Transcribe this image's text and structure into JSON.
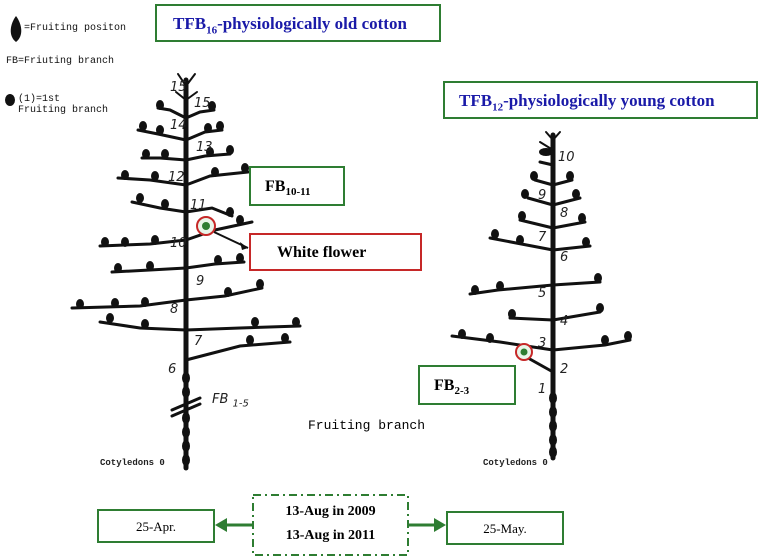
{
  "legend": {
    "fruiting_position": "=Fruiting positon",
    "fb_definition": "FB=Friuting branch",
    "first_branch": "(1)=1st Fruiting branch"
  },
  "old_cotton": {
    "title_prefix": "TFB",
    "title_sub": "16",
    "title_suffix": "-physiologically old cotton",
    "fb_label_prefix": "FB",
    "fb_label_sub": "10-11",
    "flower_label": "White flower",
    "fb_low_prefix": "FB",
    "fb_low_sub": "1-5",
    "node_numbers": [
      "15",
      "15",
      "14",
      "13",
      "12",
      "11",
      "10",
      "9",
      "8",
      "7",
      "6"
    ],
    "cotyledons": "Cotyledons 0"
  },
  "young_cotton": {
    "title_prefix": "TFB",
    "title_sub": "12",
    "title_suffix": "-physiologically young cotton",
    "fb_label_prefix": "FB",
    "fb_label_sub": "2-3",
    "node_numbers": [
      "10",
      "9",
      "8",
      "7",
      "6",
      "5",
      "4",
      "3",
      "2",
      "1"
    ],
    "cotyledons": "Cotyledons 0"
  },
  "fruiting_branch_caption": "Fruiting branch",
  "timeline": {
    "left_date": "25-Apr.",
    "center_line1": "13-Aug in 2009",
    "center_line2": "13-Aug in 2011",
    "right_date": "25-May."
  },
  "colors": {
    "title_blue": "#1a1aa8",
    "box_green": "#2e7d32",
    "box_red": "#c62828",
    "arrow_green": "#2e7d32"
  }
}
